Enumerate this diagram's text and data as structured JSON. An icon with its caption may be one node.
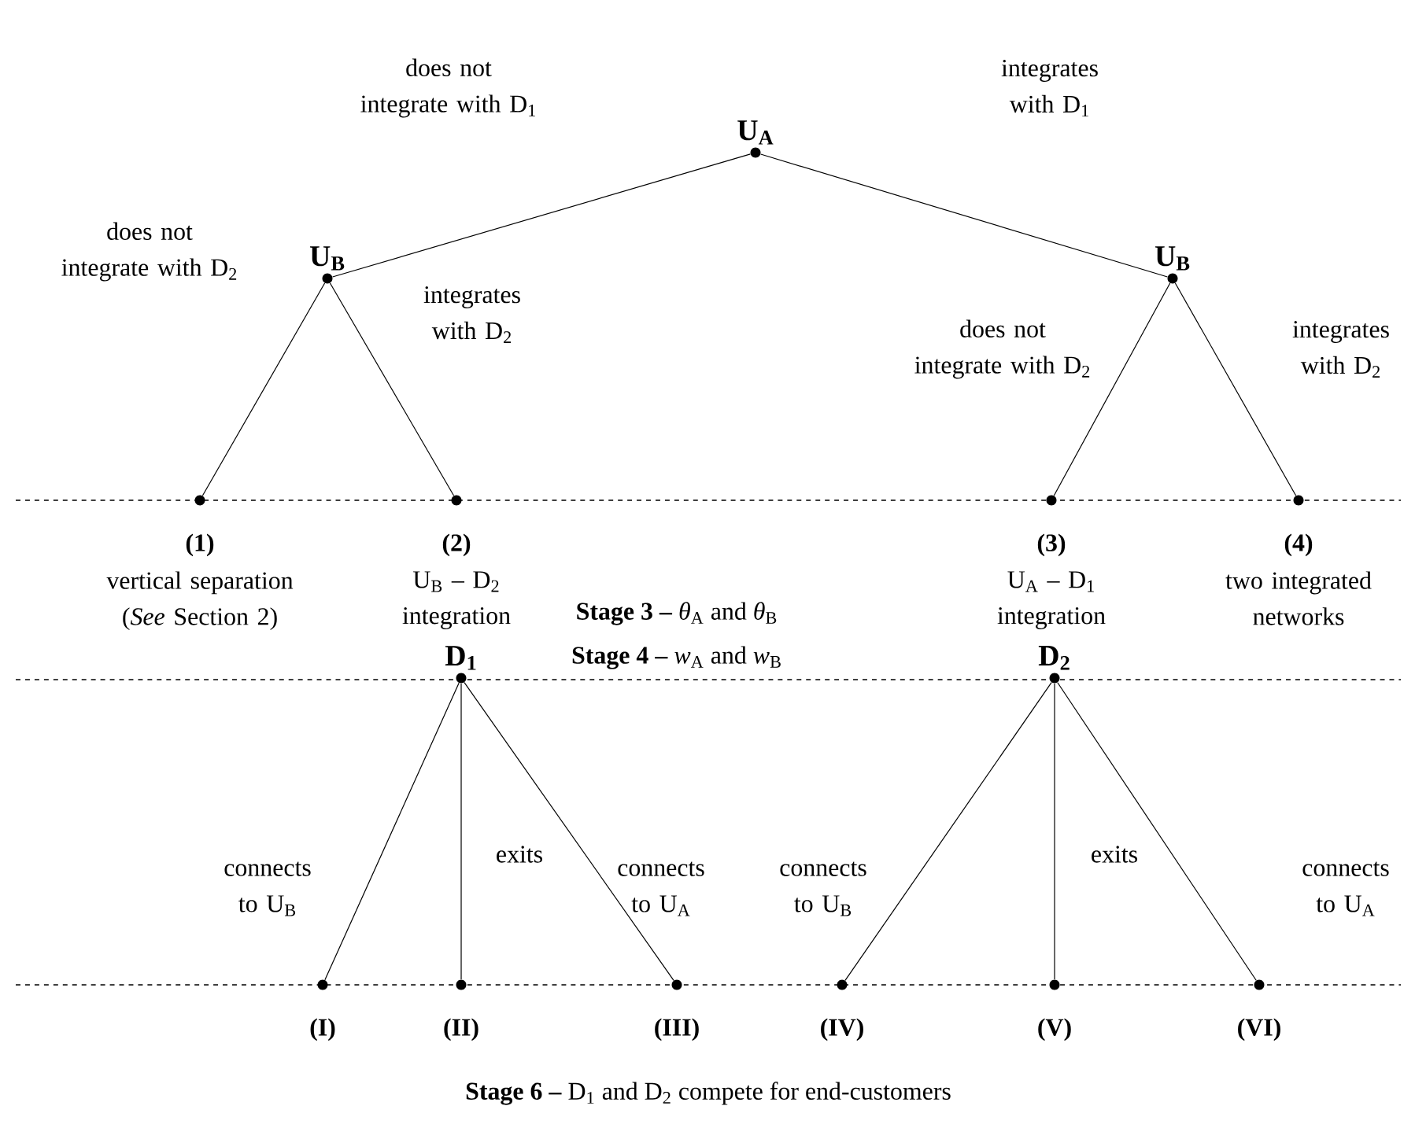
{
  "diagram": {
    "nodes": [
      {
        "text": [
          "U$_{A}$"
        ]
      },
      {
        "text": [
          "U$_{B}$"
        ]
      },
      {
        "text": [
          "U$_{B}$"
        ]
      },
      {
        "text": [
          "(1)",
          "vertical separation (*See* Section 2)"
        ]
      },
      {
        "text": [
          "(2)",
          "U$_{B}$ – D$_{2}$ integration"
        ]
      },
      {
        "text": [
          "(3)",
          "U$_{A}$ – D$_{1}$ integration"
        ]
      },
      {
        "text": [
          "(4)",
          "two integrated networks"
        ]
      },
      {
        "text": [
          "D$_{1}$"
        ]
      },
      {
        "text": [
          "D$_{2}$"
        ]
      },
      {
        "text": [
          "(I)"
        ]
      },
      {
        "text": [
          "(II)"
        ]
      },
      {
        "text": [
          "(III)"
        ]
      },
      {
        "text": [
          "(IV)"
        ]
      },
      {
        "text": [
          "(V)"
        ]
      },
      {
        "text": [
          "(VI)"
        ]
      }
    ],
    "edges": [
      {
        "from": 0,
        "to": 1,
        "arrow": "none",
        "label": "does not integrate with D$_{1}$"
      },
      {
        "from": 0,
        "to": 2,
        "arrow": "none",
        "label": "integrates with D$_{1}$"
      },
      {
        "from": 1,
        "to": 3,
        "arrow": "none",
        "label": "does not integrate with D$_{2}$"
      },
      {
        "from": 1,
        "to": 4,
        "arrow": "none",
        "label": "integrates with D$_{2}$"
      },
      {
        "from": 2,
        "to": 5,
        "arrow": "none",
        "label": "does not integrate with D$_{2}$"
      },
      {
        "from": 2,
        "to": 6,
        "arrow": "none",
        "label": "integrates with D$_{2}$"
      },
      {
        "from": 7,
        "to": 9,
        "arrow": "none",
        "label": "connects to U$_{B}$"
      },
      {
        "from": 7,
        "to": 10,
        "arrow": "none",
        "label": "exits"
      },
      {
        "from": 7,
        "to": 11,
        "arrow": "none",
        "label": "connects to U$_{A}$"
      },
      {
        "from": 8,
        "to": 12,
        "arrow": "none",
        "label": "connects to U$_{B}$"
      },
      {
        "from": 8,
        "to": 13,
        "arrow": "none",
        "label": "exits"
      },
      {
        "from": 8,
        "to": 14,
        "arrow": "none",
        "label": "connects to U$_{A}$"
      }
    ],
    "labels": [
      "**Stage 3 –** *θ*$_{A}$ and *θ*$_{B}$",
      "**Stage 4 –** *w*$_{A}$ and *w*$_{B}$",
      "**Stage 6 –** D$_{1}$ and D$_{2}$ compete for end-customers"
    ]
  }
}
